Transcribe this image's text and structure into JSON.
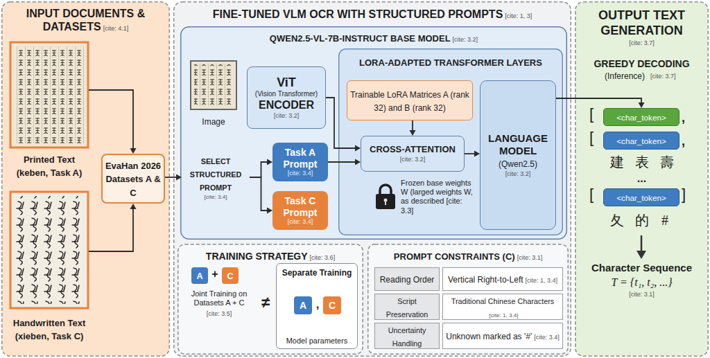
{
  "diagram": {
    "nodes": [
      {
        "text": [
          "INPUT DOCUMENTS & DATASETS",
          "[cite: 4.1]"
        ]
      },
      {
        "text": [
          "Printed Text (keben, Task A)"
        ],
        "in": 0
      },
      {
        "text": [
          "Handwritten Text (xieben, Task C)"
        ],
        "in": 0
      },
      {
        "text": [
          "EvaHan 2026 Datasets A & C"
        ],
        "in": 0
      },
      {
        "text": [
          "FINE-TUNED VLM OCR WITH STRUCTURED PROMPTS",
          "[cite: 1, 3]"
        ]
      },
      {
        "text": [
          "QWEN2.5-VL-7B-INSTRUCT BASE MODEL",
          "[cite: 3.2]"
        ],
        "in": 4
      },
      {
        "text": [
          "Image"
        ],
        "in": 5
      },
      {
        "text": [
          "ViT",
          "(Vision Transformer)",
          "ENCODER",
          "[cite: 3.2]"
        ],
        "in": 5
      },
      {
        "text": [
          "SELECT STRUCTURED PROMPT",
          "[cite: 3.4]"
        ],
        "in": 5
      },
      {
        "text": [
          "Task A Prompt",
          "[cite: 3.4]"
        ],
        "in": 5
      },
      {
        "text": [
          "Task C Prompt",
          "[cite: 3.4]"
        ],
        "in": 5
      },
      {
        "text": [
          "LORA-ADAPTED TRANSFORMER LAYERS"
        ],
        "in": 5
      },
      {
        "text": [
          "Trainable LoRA Matrices A (rank 32) and B (rank 32)"
        ],
        "in": 11
      },
      {
        "text": [
          "CROSS-ATTENTION",
          "[cite: 3.2]"
        ],
        "in": 11
      },
      {
        "text": [
          "LANGUAGE MODEL",
          "(Qwen2.5)",
          "[cite: 3.2]"
        ],
        "in": 11
      },
      {
        "text": [
          "TRAINING STRATEGY",
          "[cite: 3.6]"
        ],
        "in": 4
      },
      {
        "text": [
          "A"
        ],
        "in": 15
      },
      {
        "text": [
          "C"
        ],
        "in": 15
      },
      {
        "text": [
          "Separate Training",
          "Model parameters"
        ],
        "in": 15
      },
      {
        "text": [
          "A"
        ],
        "in": 18
      },
      {
        "text": [
          "C"
        ],
        "in": 18
      },
      {
        "text": [
          "PROMPT CONSTRAINTS (C)",
          "[cite: 3.1]"
        ],
        "in": 4
      },
      {
        "text": [
          "Reading Order"
        ],
        "in": 21
      },
      {
        "text": [
          "Vertical Right-to-Left",
          "[cite: 1, 3.4]"
        ],
        "in": 21
      },
      {
        "text": [
          "Script Preservation"
        ],
        "in": 21
      },
      {
        "text": [
          "Traditional Chinese Characters",
          "[cite: 1, 3.4]"
        ],
        "in": 21
      },
      {
        "text": [
          "Uncertainty Handling"
        ],
        "in": 21
      },
      {
        "text": [
          "Unknown marked as '#'",
          "[cite: 3.4]"
        ],
        "in": 21
      },
      {
        "text": [
          "OUTPUT TEXT GENERATION",
          "[cite: 3.7]"
        ]
      },
      {
        "text": [
          "<char_token>"
        ],
        "in": 28
      },
      {
        "text": [
          "<char_token>"
        ],
        "in": 28
      },
      {
        "text": [
          "<char_token>"
        ],
        "in": 28
      }
    ],
    "edges": [
      {
        "from": 1,
        "to": 3,
        "arrow": "to"
      },
      {
        "from": 2,
        "to": 3,
        "arrow": "to"
      },
      {
        "from": 3,
        "to": 8,
        "arrow": "to"
      },
      {
        "from": 7,
        "to": 13,
        "arrow": "to"
      },
      {
        "from": 8,
        "to": 9,
        "arrow": "to"
      },
      {
        "from": 8,
        "to": 10,
        "arrow": "to"
      },
      {
        "from": 9,
        "to": 13,
        "arrow": "to"
      },
      {
        "from": 12,
        "to": 13,
        "arrow": "to"
      },
      {
        "from": 13,
        "to": 14,
        "arrow": "to"
      },
      {
        "from": 14,
        "to": 29,
        "arrow": "to"
      }
    ],
    "labels": [
      "Frozen base weights W (larged weights W, as described [cite: 3.3]",
      "+",
      "Joint Training on Datasets A + C",
      "[cite: 3.5]",
      "≠",
      ",",
      "GREEDY DECODING",
      "(Inference)",
      "[cite: 3.7]",
      "[",
      ",",
      "[",
      ",",
      "建",
      "表",
      "壽",
      "...",
      "[",
      "]",
      "夂",
      "的",
      "#",
      "Character Sequence",
      "T = {t₁, t₂, ...}",
      "[cite: 3.1]"
    ]
  }
}
